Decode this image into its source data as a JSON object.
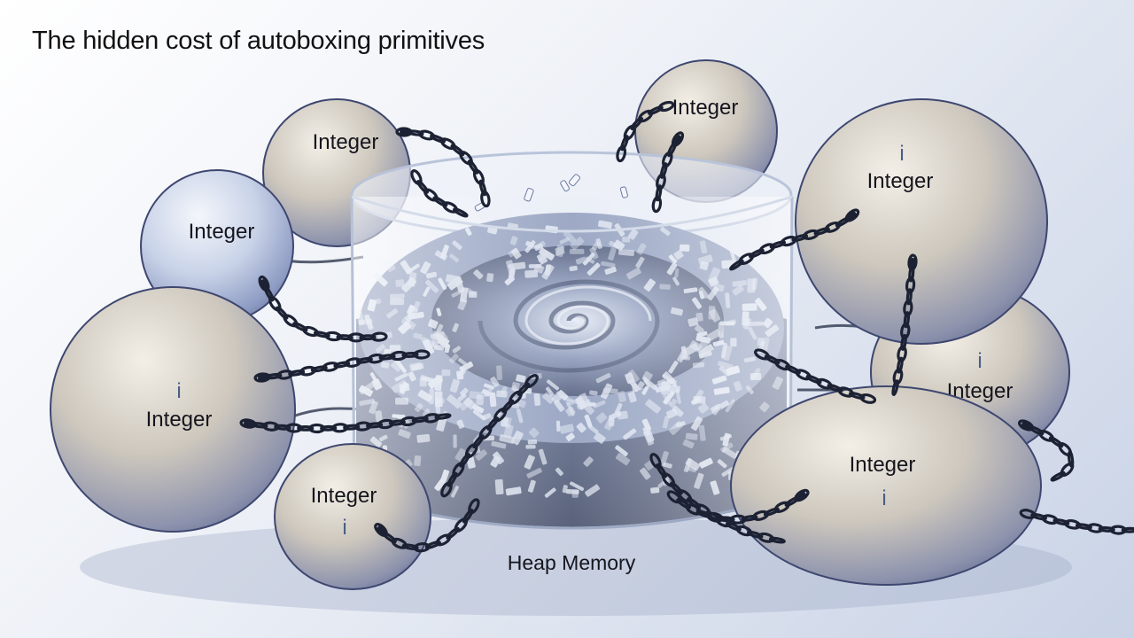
{
  "title": "The hidden cost of autoboxing primitives",
  "heap": {
    "label": "Heap Memory"
  },
  "balls": [
    {
      "id": "ball-top-left",
      "label": "Integer",
      "shows_i_glyph": false
    },
    {
      "id": "ball-mid-left",
      "label": "Integer",
      "shows_i_glyph": false
    },
    {
      "id": "ball-large-left",
      "label": "Integer",
      "shows_i_glyph": true
    },
    {
      "id": "ball-bottom-left",
      "label": "Integer",
      "shows_i_glyph": true
    },
    {
      "id": "ball-top-center",
      "label": "Integer",
      "shows_i_glyph": false
    },
    {
      "id": "ball-large-top-right",
      "label": "Integer",
      "shows_i_glyph": true
    },
    {
      "id": "ball-far-right",
      "label": "Integer",
      "shows_i_glyph": true
    },
    {
      "id": "ball-bottom-right",
      "label": "Integer",
      "shows_i_glyph": true
    }
  ],
  "i_glyph": "i",
  "colors": {
    "ball_light": "#eee9df",
    "ball_dark": "#5e6a92",
    "chain": "#1c2233",
    "heap_glass": "#dfe6f2",
    "swirl": "#3e4a6c"
  }
}
